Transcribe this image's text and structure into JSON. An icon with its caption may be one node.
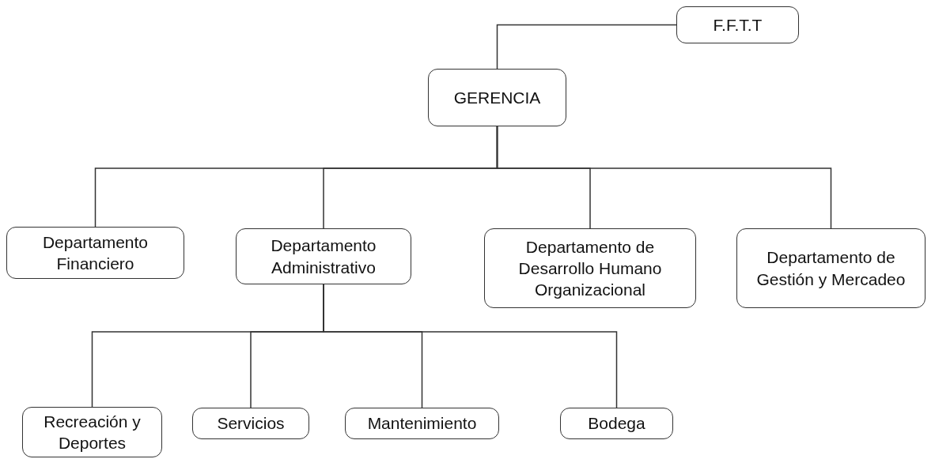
{
  "diagram": {
    "nodes": [
      {
        "text": [
          "F.F.T.T"
        ]
      },
      {
        "text": [
          "GERENCIA"
        ]
      },
      {
        "text": [
          "Departamento Financiero"
        ]
      },
      {
        "text": [
          "Departamento Administrativo"
        ]
      },
      {
        "text": [
          "Departamento de Desarrollo Humano Organizacional"
        ]
      },
      {
        "text": [
          "Departamento de Gestión y Mercadeo"
        ]
      },
      {
        "text": [
          "Recreación y Deportes"
        ]
      },
      {
        "text": [
          "Servicios"
        ]
      },
      {
        "text": [
          "Mantenimiento"
        ]
      },
      {
        "text": [
          "Bodega"
        ]
      }
    ],
    "edges": [
      {
        "from": 1,
        "to": 0,
        "arrow": "none"
      },
      {
        "from": 1,
        "to": 2,
        "arrow": "none"
      },
      {
        "from": 1,
        "to": 3,
        "arrow": "none"
      },
      {
        "from": 1,
        "to": 4,
        "arrow": "none"
      },
      {
        "from": 1,
        "to": 5,
        "arrow": "none"
      },
      {
        "from": 3,
        "to": 6,
        "arrow": "none"
      },
      {
        "from": 3,
        "to": 7,
        "arrow": "none"
      },
      {
        "from": 3,
        "to": 8,
        "arrow": "none"
      },
      {
        "from": 3,
        "to": 9,
        "arrow": "none"
      }
    ]
  }
}
